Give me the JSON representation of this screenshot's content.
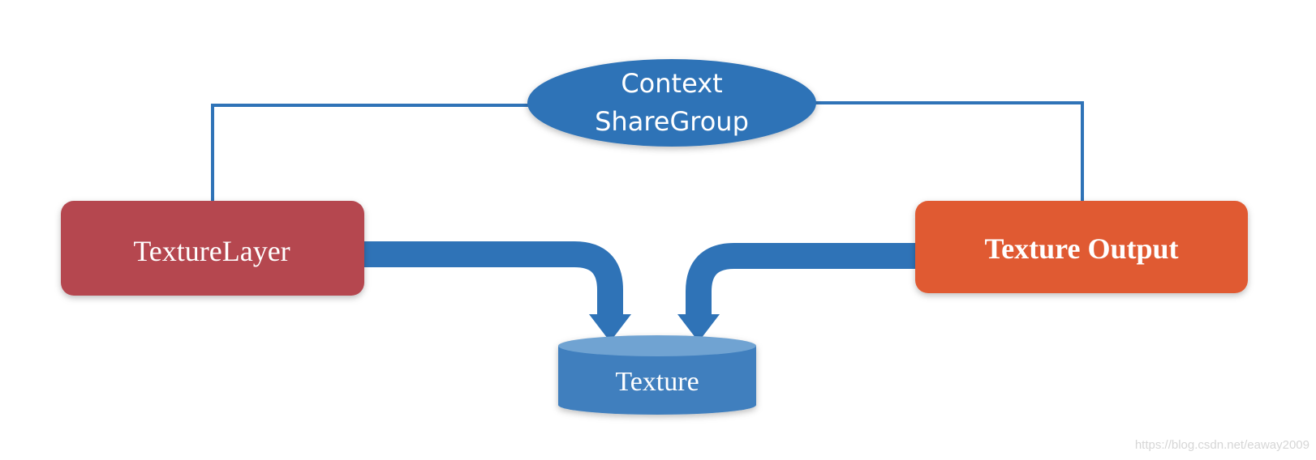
{
  "diagram": {
    "share_group": {
      "line1": "Context",
      "line2": "ShareGroup"
    },
    "texture_layer": {
      "label": "TextureLayer"
    },
    "texture_output": {
      "label": "Texture Output"
    },
    "texture": {
      "label": "Texture"
    }
  },
  "watermark": "https://blog.csdn.net/eaway2009",
  "colors": {
    "blue": "#2f73b7",
    "texture_layer_fill": "#b5464f",
    "texture_output_fill": "#e05a33",
    "cylinder_side": "#3f7fbe",
    "cylinder_top": "#6fa3d2"
  }
}
